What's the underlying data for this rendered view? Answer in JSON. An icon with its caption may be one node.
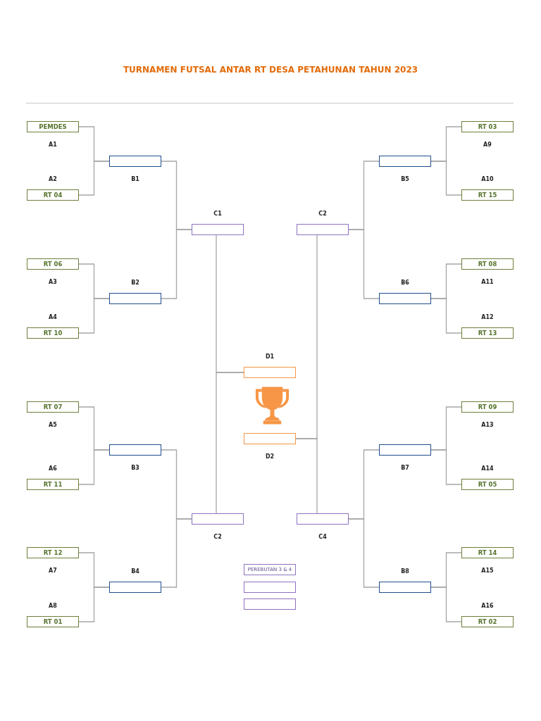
{
  "diagram": {
    "title": "TURNAMEN FUTSAL ANTAR RT DESA PETAHUNAN TAHUN 2023",
    "nodes": [
      {
        "text": [
          "PEMDES"
        ],
        "beside": [
          "A1"
        ]
      },
      {
        "text": [
          "RT 04"
        ],
        "beside": [
          "A2"
        ]
      },
      {
        "text": [
          "RT 06"
        ],
        "beside": [
          "A3"
        ]
      },
      {
        "text": [
          "RT 10"
        ],
        "beside": [
          "A4"
        ]
      },
      {
        "text": [
          "RT 07"
        ],
        "beside": [
          "A5"
        ]
      },
      {
        "text": [
          "RT 11"
        ],
        "beside": [
          "A6"
        ]
      },
      {
        "text": [
          "RT 12"
        ],
        "beside": [
          "A7"
        ]
      },
      {
        "text": [
          "RT 01"
        ],
        "beside": [
          "A8"
        ]
      },
      {
        "text": [
          "RT 03"
        ],
        "beside": [
          "A9"
        ]
      },
      {
        "text": [
          "RT 15"
        ],
        "beside": [
          "A10"
        ]
      },
      {
        "text": [
          "RT 08"
        ],
        "beside": [
          "A11"
        ]
      },
      {
        "text": [
          "RT 13"
        ],
        "beside": [
          "A12"
        ]
      },
      {
        "text": [
          "RT 09"
        ],
        "beside": [
          "A13"
        ]
      },
      {
        "text": [
          "RT 05"
        ],
        "beside": [
          "A14"
        ]
      },
      {
        "text": [
          "RT 14"
        ],
        "beside": [
          "A15"
        ]
      },
      {
        "text": [
          "RT 02"
        ],
        "beside": [
          "A16"
        ]
      },
      {
        "text": [],
        "shape": "box",
        "beside": [
          "B1"
        ]
      },
      {
        "text": [],
        "shape": "box",
        "beside": [
          "B2"
        ]
      },
      {
        "text": [],
        "shape": "box",
        "beside": [
          "B3"
        ]
      },
      {
        "text": [],
        "shape": "box",
        "beside": [
          "B4"
        ]
      },
      {
        "text": [],
        "shape": "box",
        "beside": [
          "B5"
        ]
      },
      {
        "text": [],
        "shape": "box",
        "beside": [
          "B6"
        ]
      },
      {
        "text": [],
        "shape": "box",
        "beside": [
          "B7"
        ]
      },
      {
        "text": [],
        "shape": "box",
        "beside": [
          "B8"
        ]
      },
      {
        "text": [],
        "shape": "box",
        "beside": [
          "C1"
        ]
      },
      {
        "text": [],
        "shape": "box",
        "beside": [
          "C2"
        ]
      },
      {
        "text": [],
        "shape": "box",
        "beside": [
          "C2"
        ]
      },
      {
        "text": [],
        "shape": "box",
        "beside": [
          "C4"
        ]
      },
      {
        "text": [],
        "shape": "box",
        "beside": [
          "D1"
        ]
      },
      {
        "text": [],
        "shape": "box",
        "beside": [
          "D2"
        ]
      },
      {
        "text": [
          "PEREBUTAN 3 & 4"
        ]
      },
      {
        "text": [],
        "shape": "box"
      },
      {
        "text": [],
        "shape": "box"
      }
    ],
    "edges": [
      {
        "from": 0,
        "to": 16,
        "arrow": "none"
      },
      {
        "from": 1,
        "to": 16,
        "arrow": "none"
      },
      {
        "from": 2,
        "to": 17,
        "arrow": "none"
      },
      {
        "from": 3,
        "to": 17,
        "arrow": "none"
      },
      {
        "from": 4,
        "to": 18,
        "arrow": "none"
      },
      {
        "from": 5,
        "to": 18,
        "arrow": "none"
      },
      {
        "from": 6,
        "to": 19,
        "arrow": "none"
      },
      {
        "from": 7,
        "to": 19,
        "arrow": "none"
      },
      {
        "from": 8,
        "to": 20,
        "arrow": "none"
      },
      {
        "from": 9,
        "to": 20,
        "arrow": "none"
      },
      {
        "from": 10,
        "to": 21,
        "arrow": "none"
      },
      {
        "from": 11,
        "to": 21,
        "arrow": "none"
      },
      {
        "from": 12,
        "to": 22,
        "arrow": "none"
      },
      {
        "from": 13,
        "to": 22,
        "arrow": "none"
      },
      {
        "from": 14,
        "to": 23,
        "arrow": "none"
      },
      {
        "from": 15,
        "to": 23,
        "arrow": "none"
      },
      {
        "from": 16,
        "to": 24,
        "arrow": "none"
      },
      {
        "from": 17,
        "to": 24,
        "arrow": "none"
      },
      {
        "from": 18,
        "to": 26,
        "arrow": "none"
      },
      {
        "from": 19,
        "to": 26,
        "arrow": "none"
      },
      {
        "from": 20,
        "to": 25,
        "arrow": "none"
      },
      {
        "from": 21,
        "to": 25,
        "arrow": "none"
      },
      {
        "from": 22,
        "to": 27,
        "arrow": "none"
      },
      {
        "from": 23,
        "to": 27,
        "arrow": "none"
      },
      {
        "from": 24,
        "to": 28,
        "arrow": "none"
      },
      {
        "from": 26,
        "to": 28,
        "arrow": "none"
      },
      {
        "from": 25,
        "to": 29,
        "arrow": "none"
      },
      {
        "from": 27,
        "to": 29,
        "arrow": "none"
      }
    ]
  }
}
